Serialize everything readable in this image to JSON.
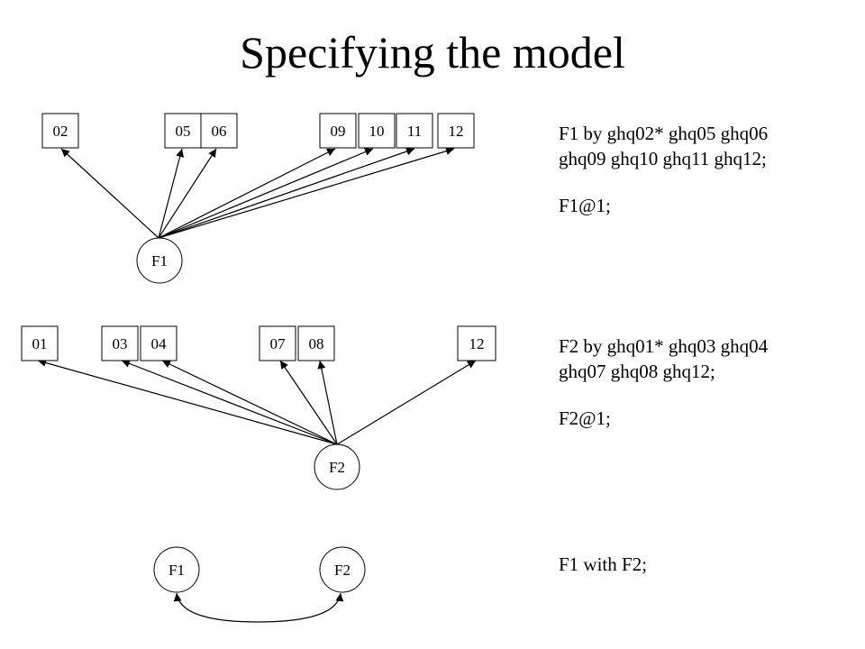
{
  "title": "Specifying the model",
  "factors": [
    {
      "id": "F1",
      "label": "F1",
      "indicators": [
        "02",
        "05",
        "06",
        "09",
        "10",
        "11",
        "12"
      ]
    },
    {
      "id": "F2",
      "label": "F2",
      "indicators": [
        "01",
        "03",
        "04",
        "07",
        "08",
        "12"
      ]
    }
  ],
  "covariance": {
    "from_label": "F1",
    "to_label": "F2"
  },
  "code": {
    "f1_line1": "F1 by ghq02* ghq05 ghq06",
    "f1_line2": "ghq09 ghq10 ghq11 ghq12;",
    "f1_fix": "F1@1;",
    "f2_line1": "F2 by ghq01* ghq03 ghq04",
    "f2_line2": "ghq07 ghq08 ghq12;",
    "f2_fix": "F2@1;",
    "with_line": "F1 with F2;"
  }
}
